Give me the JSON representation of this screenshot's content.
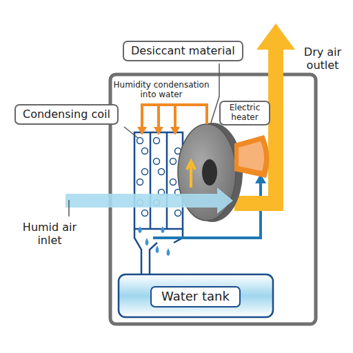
{
  "diagram": {
    "nodes": [
      {
        "text": [
          "Desiccant material"
        ]
      },
      {
        "text": [
          "Condensing coil"
        ]
      },
      {
        "text": [
          "Electric heater"
        ]
      },
      {
        "text": [
          "Water tank"
        ]
      }
    ],
    "labels": [
      "Dry air outlet",
      "Humidity condensation into water",
      "Humid air inlet"
    ]
  }
}
